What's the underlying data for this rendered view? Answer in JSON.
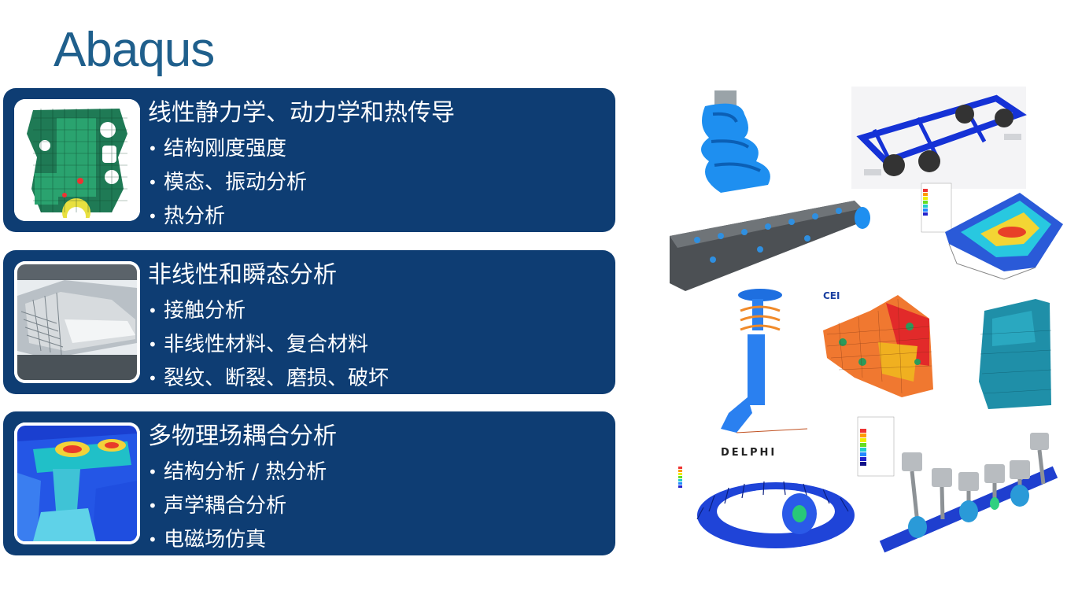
{
  "title": "Abaqus",
  "panels": [
    {
      "heading": "线性静力学、动力学和热传导",
      "thumb_icon": "engine-block-mesh-icon",
      "bullets": [
        "结构刚度强度",
        "模态、振动分析",
        "热分析"
      ]
    },
    {
      "heading": "非线性和瞬态分析",
      "thumb_icon": "car-crash-icon",
      "bullets": [
        "接触分析",
        "非线性材料、复合材料",
        "裂纹、断裂、磨损、破坏"
      ]
    },
    {
      "heading": "多物理场耦合分析",
      "thumb_icon": "thermal-contour-icon",
      "bullets": [
        "结构分析 / 热分析",
        "声学耦合分析",
        "电磁场仿真"
      ]
    }
  ],
  "gallery": {
    "delphi_logo": "DELPHI",
    "cei_logo": "CEI",
    "icons": [
      "cv-boot-icon",
      "vehicle-chassis-icon",
      "cylinder-head-icon",
      "thermal-plate-icon",
      "strut-suspension-icon",
      "bracket-contour-icon",
      "car-door-icon",
      "bevel-gear-icon",
      "crankshaft-pistons-icon"
    ]
  },
  "colors": {
    "title": "#1f5f8c",
    "panel_bg": "#0e3d73",
    "text": "#ffffff"
  }
}
